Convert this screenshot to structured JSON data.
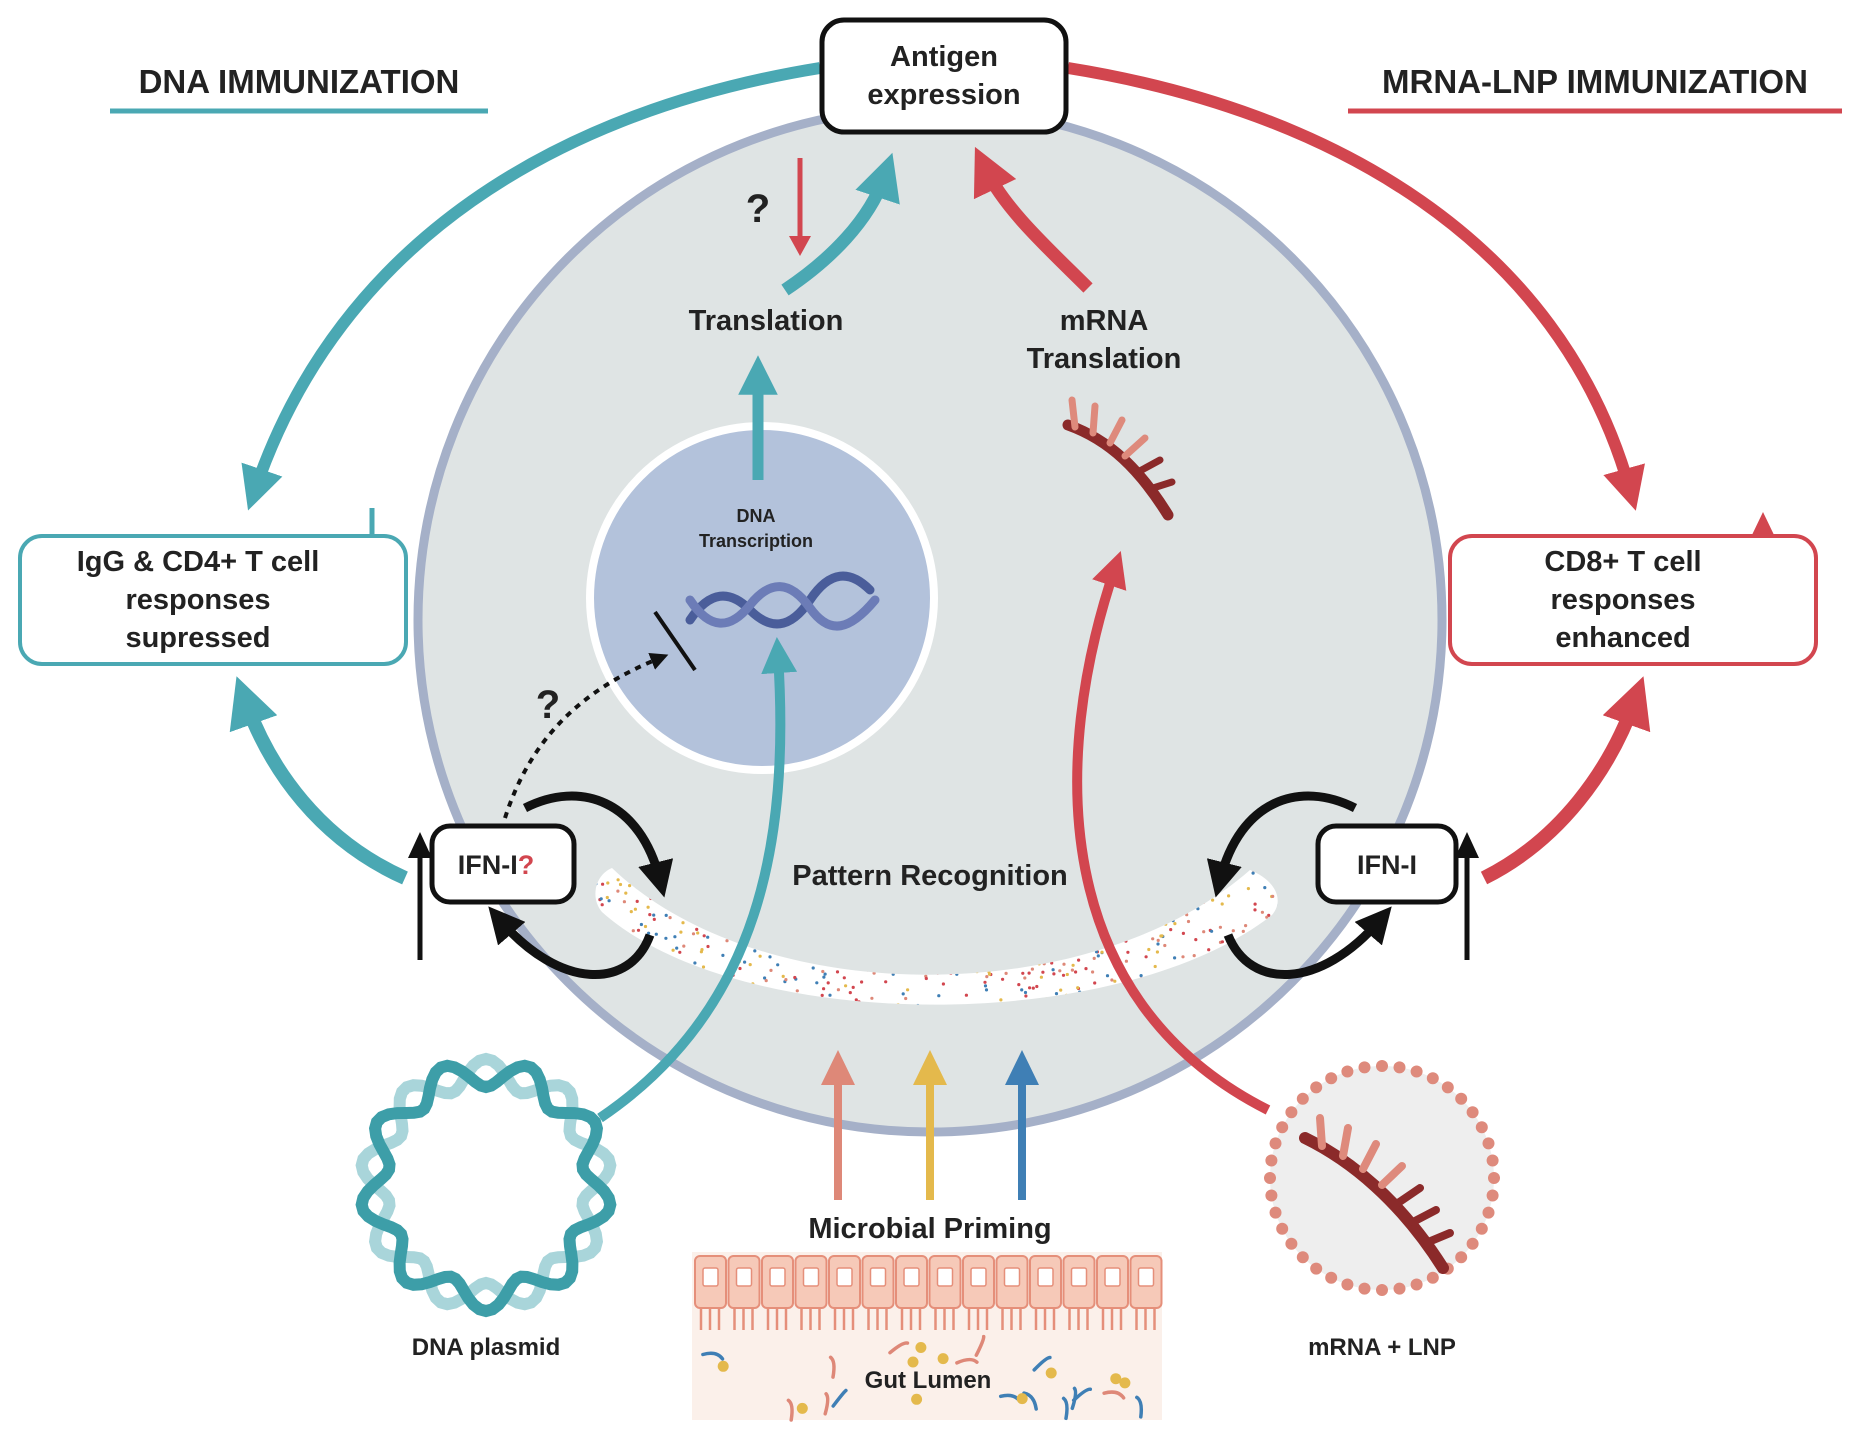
{
  "headers": {
    "dna": "DNA IMMUNIZATION",
    "mrna": "MRNA-LNP IMMUNIZATION"
  },
  "antigen": {
    "line1": "Antigen",
    "line2": "expression"
  },
  "left_box": {
    "line1": "IgG & CD4+ T cell",
    "line2": "responses",
    "line3": "supressed"
  },
  "right_box": {
    "line1": "CD8+ T cell",
    "line2": "responses",
    "line3": "enhanced"
  },
  "translation": "Translation",
  "mrna_translation": {
    "line1": "mRNA",
    "line2": "Translation"
  },
  "nucleus": {
    "line1": "DNA",
    "line2": "Transcription"
  },
  "ifn_left": {
    "text": "IFN-I",
    "mark": "?"
  },
  "ifn_right": {
    "text": "IFN-I"
  },
  "question_mark": "?",
  "pattern_recognition": "Pattern Recognition",
  "microbial_priming": "Microbial Priming",
  "gut_lumen": "Gut Lumen",
  "dna_plasmid": "DNA plasmid",
  "mrna_lnp": "mRNA + LNP",
  "colors": {
    "teal": "#4aa8b3",
    "red": "#d2464f",
    "cell_fill": "#dfe4e4",
    "cell_stroke": "#a5b0c8",
    "nucleus": "#b3c2db",
    "dna_helix": "#4a5d9a",
    "mrna": "#8b2a2a",
    "mrna_light": "#de8a7c",
    "priming_salmon": "#de8878",
    "priming_yellow": "#e4b94c",
    "priming_blue": "#3f7fb5",
    "gut_cell": "#f6c9b8",
    "gut_border": "#e58f7a",
    "plasmid_dark": "#3d9ea8",
    "plasmid_light": "#a9d5da",
    "question": "#d2464f"
  },
  "icons": [
    "dna-helix-icon",
    "mrna-strand-icon",
    "lipid-nanoparticle-icon",
    "dna-plasmid-icon",
    "gut-epithelium-icon"
  ]
}
